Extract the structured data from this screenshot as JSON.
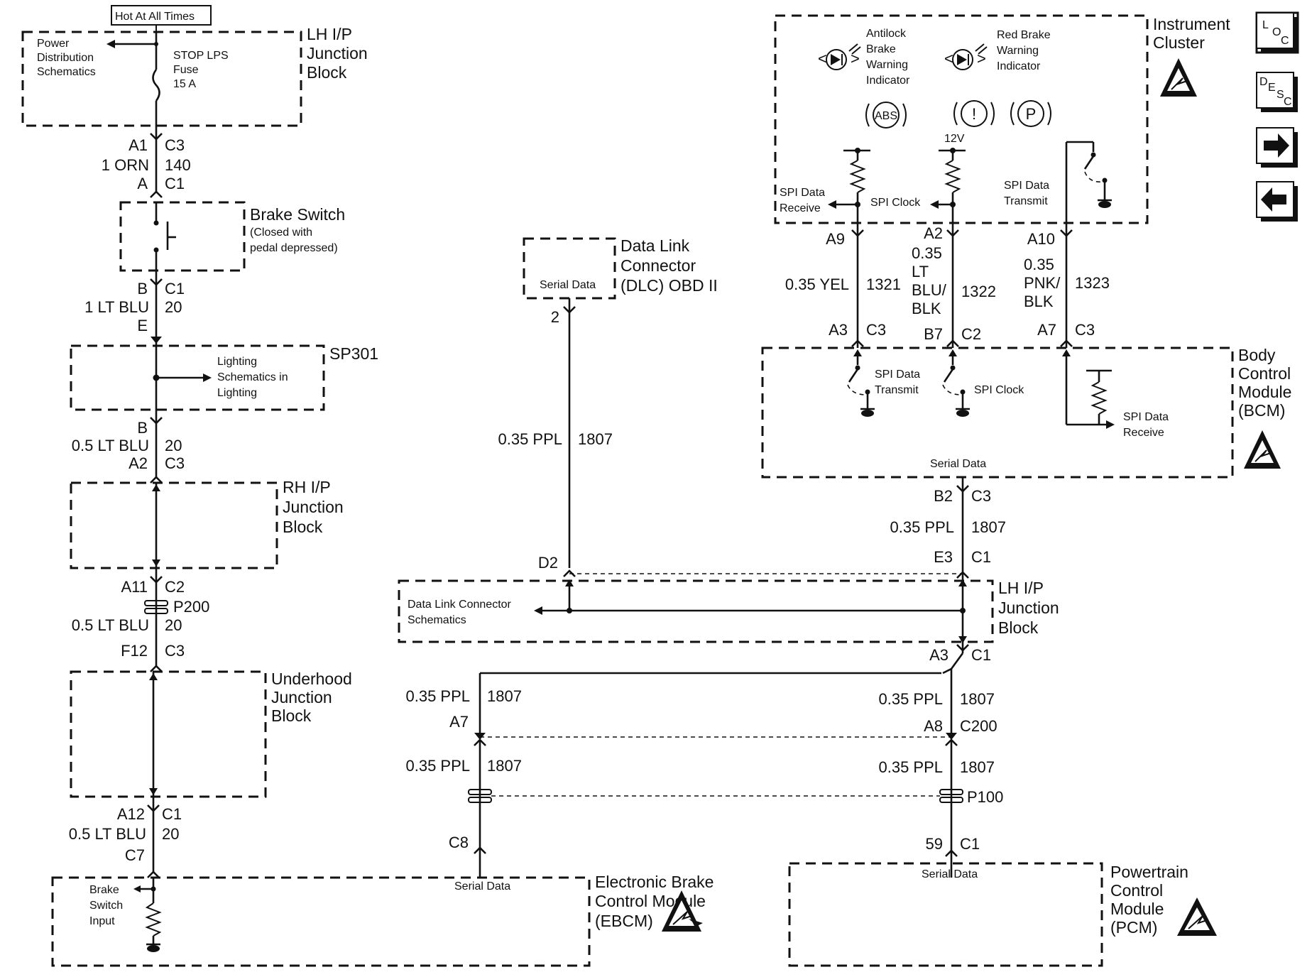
{
  "top": {
    "hot_at_all_times": "Hot At All Times",
    "power_distribution": [
      "Power",
      "Distribution",
      "Schematics"
    ],
    "fuse": [
      "STOP LPS",
      "Fuse",
      "15 A"
    ],
    "lh_ip_junction_block": [
      "LH I/P",
      "Junction",
      "Block"
    ]
  },
  "left_chain": {
    "c1_pins": [
      "A1",
      "C3"
    ],
    "c1_wire": [
      "1 ORN",
      "140"
    ],
    "c1_pins_b": [
      "A",
      "C1"
    ],
    "brake_switch": "Brake Switch",
    "brake_switch_note": [
      "(Closed with",
      "pedal depressed)"
    ],
    "c2_pins": [
      "B",
      "C1"
    ],
    "c2_wire": [
      "1 LT BLU",
      "20"
    ],
    "c2_pin_e": "E",
    "sp301": "SP301",
    "lighting": [
      "Lighting",
      "Schematics in",
      "Lighting"
    ],
    "c3_pin_b": "B",
    "c3_wire": [
      "0.5 LT BLU",
      "20"
    ],
    "c3_pins": [
      "A2",
      "C3"
    ],
    "rh_ip_junction_block": [
      "RH I/P",
      "Junction",
      "Block"
    ],
    "c4_pins": [
      "A11",
      "C2"
    ],
    "p200": "P200",
    "c4_wire": [
      "0.5 LT BLU",
      "20"
    ],
    "c4_pins_b": [
      "F12",
      "C3"
    ],
    "underhood_junction_block": [
      "Underhood",
      "Junction",
      "Block"
    ],
    "c5_pins": [
      "A12",
      "C1"
    ],
    "c5_wire": [
      "0.5 LT BLU",
      "20"
    ],
    "c5_pin": "C7",
    "brake_switch_input": [
      "Brake",
      "Switch",
      "Input"
    ]
  },
  "dlc": {
    "title": [
      "Data Link",
      "Connector",
      "(DLC) OBD II"
    ],
    "serial_data": "Serial Data",
    "pin": "2",
    "wire": [
      "0.35 PPL",
      "1807"
    ],
    "d2": "D2",
    "schematics": [
      "Data Link Connector",
      "Schematics"
    ]
  },
  "cluster": {
    "title": [
      "Instrument",
      "Cluster"
    ],
    "abs_indicator": [
      "Antilock",
      "Brake",
      "Warning",
      "Indicator"
    ],
    "red_indicator": [
      "Red Brake",
      "Warning",
      "Indicator"
    ],
    "abs_symbol": "ABS",
    "excl_symbol": "!",
    "p_symbol": "P",
    "voltage": "12V",
    "spi_data_receive": [
      "SPI Data",
      "Receive"
    ],
    "spi_clock": "SPI Clock",
    "spi_data_transmit": [
      "SPI Data",
      "Transmit"
    ]
  },
  "cluster_wires": {
    "a9": "A9",
    "a2": "A2",
    "a10": "A10",
    "w1": [
      "0.35 YEL",
      "1321"
    ],
    "w2": [
      "0.35",
      "LT",
      "BLU/",
      "BLK",
      "1322"
    ],
    "w3": [
      "0.35",
      "PNK/",
      "BLK",
      "1323"
    ],
    "a3": "A3",
    "c3a": "C3",
    "b7": "B7",
    "c2": "C2",
    "a7": "A7",
    "c3b": "C3"
  },
  "bcm": {
    "title": [
      "Body",
      "Control",
      "Module",
      "(BCM)"
    ],
    "spi_data_transmit": [
      "SPI Data",
      "Transmit"
    ],
    "spi_clock": "SPI Clock",
    "spi_data_receive": [
      "SPI Data",
      "Receive"
    ],
    "serial_data": "Serial Data"
  },
  "right_chain": {
    "b2": "B2",
    "c3": "C3",
    "wire1": [
      "0.35 PPL",
      "1807"
    ],
    "e3": "E3",
    "c1": "C1",
    "lh_ip_junction_block": [
      "LH I/P",
      "Junction",
      "Block"
    ],
    "a3": "A3",
    "c1b": "C1",
    "wire2": [
      "0.35 PPL",
      "1807"
    ],
    "a8": "A8",
    "c200": "C200",
    "wire3": [
      "0.35 PPL",
      "1807"
    ],
    "p100": "P100",
    "pin59": "59",
    "c1c": "C1"
  },
  "ebcm_branch": {
    "wire1": [
      "0.35 PPL",
      "1807"
    ],
    "a7": "A7",
    "wire2": [
      "0.35 PPL",
      "1807"
    ],
    "c8": "C8"
  },
  "ebcm": {
    "serial_data": "Serial Data",
    "title": [
      "Electronic Brake",
      "Control Module",
      "(EBCM)"
    ]
  },
  "pcm": {
    "serial_data": "Serial Data",
    "title": [
      "Powertrain",
      "Control",
      "Module",
      "(PCM)"
    ]
  },
  "nav": {
    "loc": [
      "L",
      "O",
      "C"
    ],
    "desc": [
      "D",
      "E",
      "S",
      "C"
    ]
  }
}
